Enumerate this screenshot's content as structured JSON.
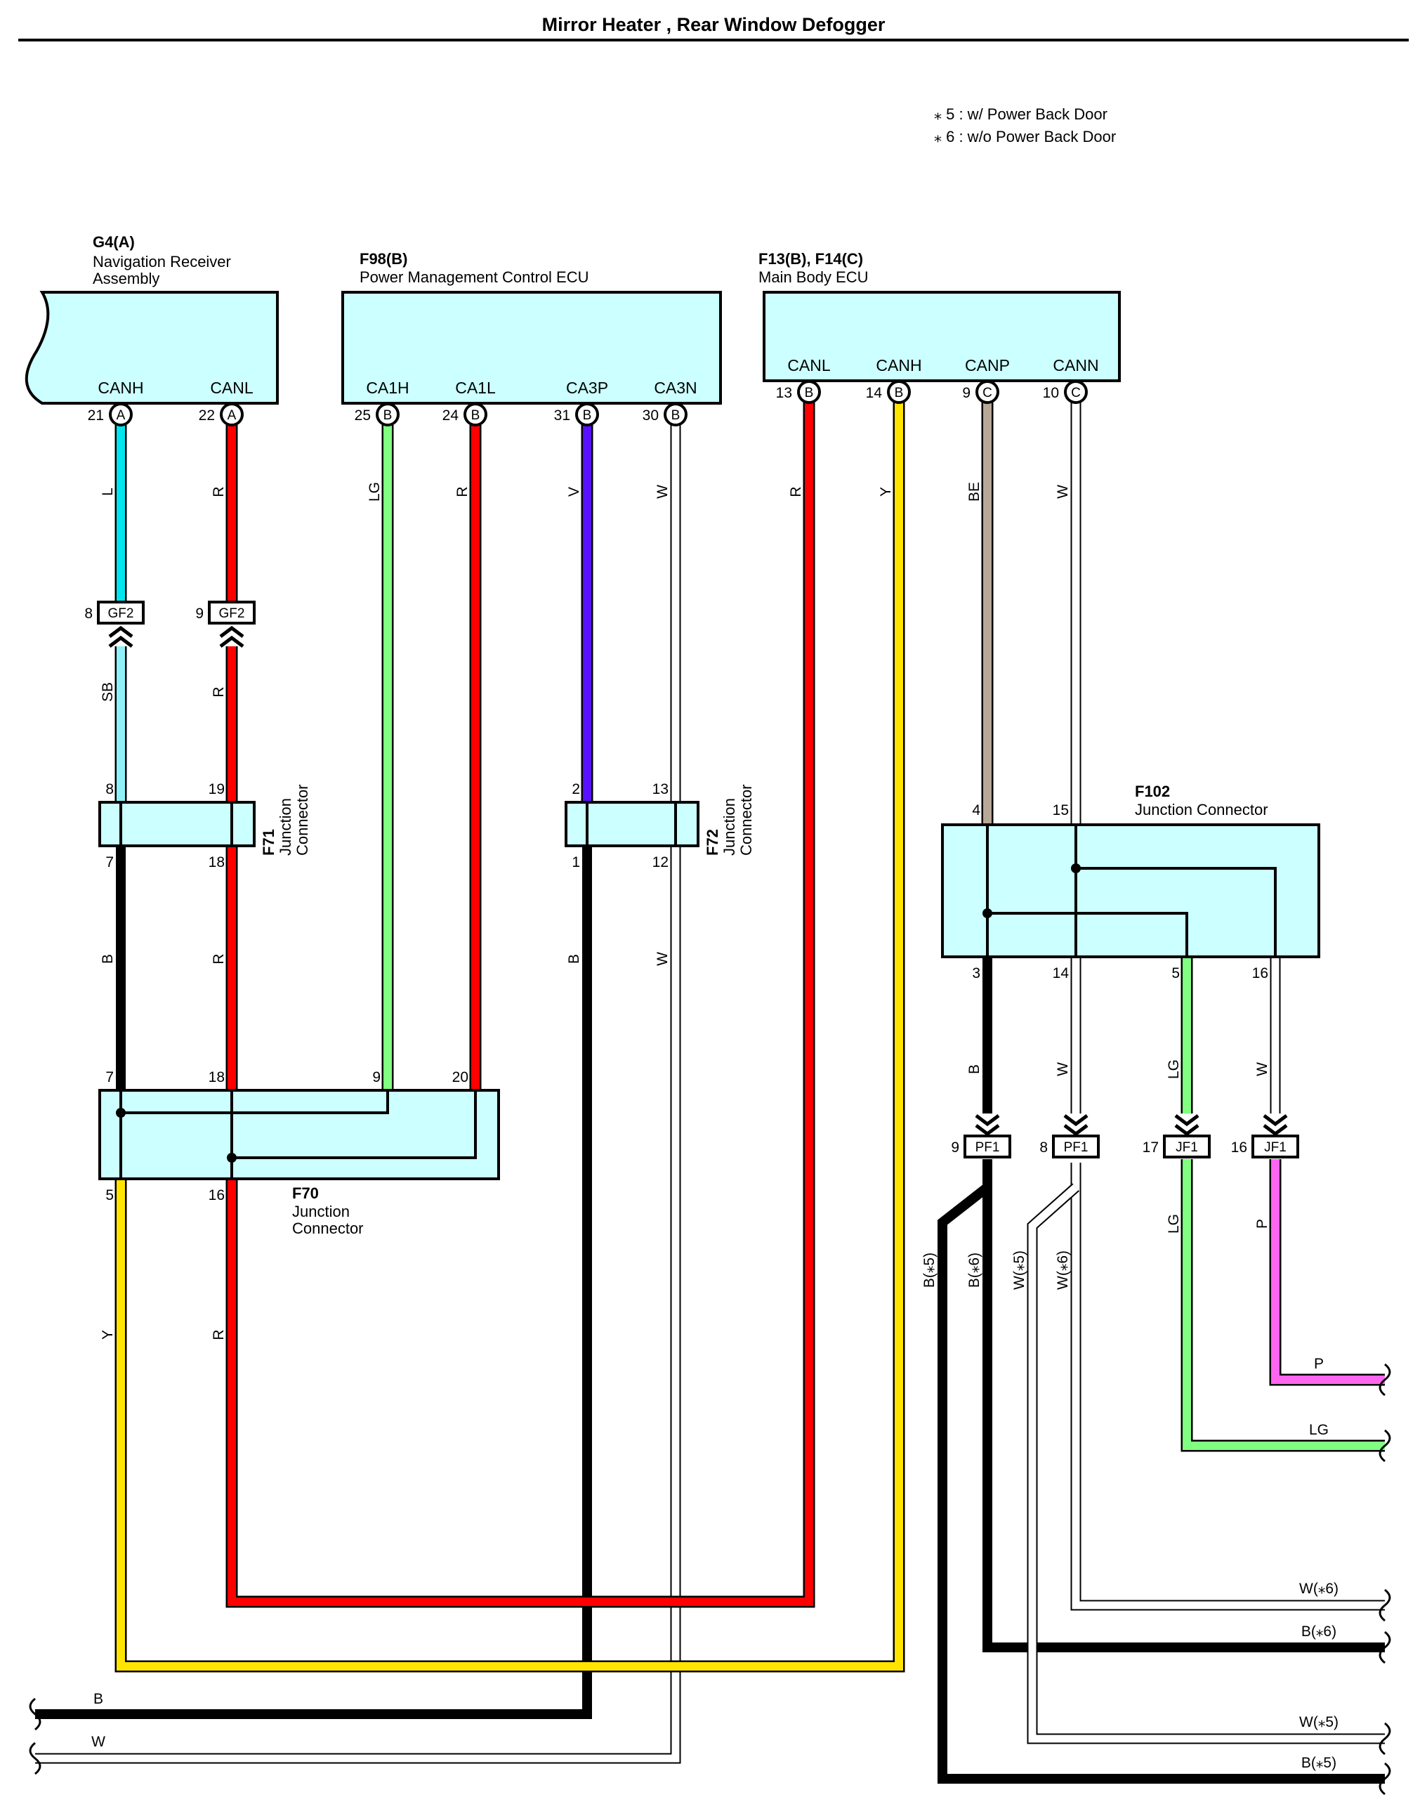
{
  "title": "Mirror Heater , Rear Window Defogger",
  "notes": [
    "⁎ 5 : w/ Power Back Door",
    "⁎ 6 : w/o Power Back Door"
  ],
  "colors": {
    "L": "#00e5ee",
    "R": "#ff0000",
    "LG": "#80ff80",
    "V": "#5a10ff",
    "W": "#ffffff",
    "Y": "#ffe400",
    "BE": "#b8a898",
    "SB": "#8ff0f8",
    "B": "#000000",
    "P": "#ff66f0",
    "box": "#ccffff"
  },
  "components": {
    "nav": {
      "id": "G4(A)",
      "name_lines": [
        "Navigation Receiver",
        "Assembly"
      ],
      "signals": [
        "CANH",
        "CANL"
      ]
    },
    "pm": {
      "id": "F98(B)",
      "name_lines": [
        "Power Management Control ECU"
      ],
      "signals": [
        "CA1H",
        "CA1L",
        "CA3P",
        "CA3N"
      ]
    },
    "mb": {
      "id": "F13(B), F14(C)",
      "name_lines": [
        "Main Body ECU"
      ],
      "signals": [
        "CANL",
        "CANH",
        "CANP",
        "CANN"
      ]
    },
    "f71": {
      "id": "F71",
      "name_lines": [
        "Junction",
        "Connector"
      ]
    },
    "f72": {
      "id": "F72",
      "name_lines": [
        "Junction",
        "Connector"
      ]
    },
    "f70": {
      "id": "F70",
      "name_lines": [
        "Junction",
        "Connector"
      ]
    },
    "f102": {
      "id": "F102",
      "name_lines": [
        "Junction Connector"
      ]
    }
  },
  "pins": {
    "nav": [
      {
        "num": "21",
        "letter": "A"
      },
      {
        "num": "22",
        "letter": "A"
      }
    ],
    "pm": [
      {
        "num": "25",
        "letter": "B"
      },
      {
        "num": "24",
        "letter": "B"
      },
      {
        "num": "31",
        "letter": "B"
      },
      {
        "num": "30",
        "letter": "B"
      }
    ],
    "mb": [
      {
        "num": "13",
        "letter": "B"
      },
      {
        "num": "14",
        "letter": "B"
      },
      {
        "num": "9",
        "letter": "C"
      },
      {
        "num": "10",
        "letter": "C"
      }
    ],
    "f71_top": [
      "8",
      "19"
    ],
    "f71_bottom": [
      "7",
      "18"
    ],
    "f72_top": [
      "2",
      "13"
    ],
    "f72_bottom": [
      "1",
      "12"
    ],
    "f70_top": [
      "7",
      "18",
      "9",
      "20"
    ],
    "f70_bottom": [
      "5",
      "16"
    ],
    "f102_top": [
      "4",
      "15"
    ],
    "f102_bottom": [
      "3",
      "14",
      "5",
      "16"
    ]
  },
  "inline_connectors": [
    {
      "pin": "8",
      "code": "GF2"
    },
    {
      "pin": "9",
      "code": "GF2"
    },
    {
      "pin": "9",
      "code": "PF1"
    },
    {
      "pin": "8",
      "code": "PF1"
    },
    {
      "pin": "17",
      "code": "JF1"
    },
    {
      "pin": "16",
      "code": "JF1"
    }
  ],
  "wire_labels": {
    "upper": [
      "L",
      "R",
      "LG",
      "R",
      "V",
      "W",
      "R",
      "Y",
      "BE",
      "W"
    ],
    "gf2_below": [
      "SB",
      "R"
    ],
    "middle": [
      "B",
      "R",
      "B",
      "W"
    ],
    "lower": [
      "Y",
      "R"
    ],
    "f102_below": [
      "B",
      "W",
      "LG",
      "W"
    ],
    "pf_below": [
      "B(⁎5)",
      "B(⁎6)",
      "W(⁎5)",
      "W(⁎6)",
      "LG",
      "P"
    ],
    "right_ends": [
      "P",
      "LG",
      "W(⁎6)",
      "B(⁎6)",
      "W(⁎5)",
      "B(⁎5)"
    ],
    "left_ends": [
      "B",
      "W"
    ]
  }
}
